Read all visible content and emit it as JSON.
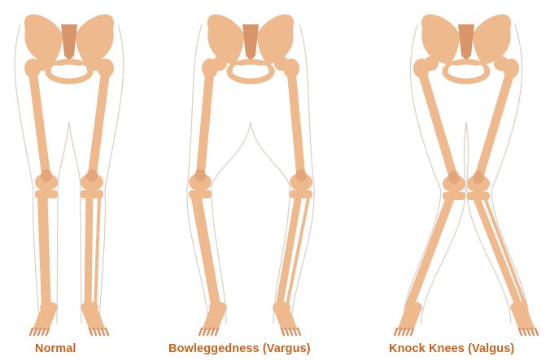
{
  "colors": {
    "bone": "#efb98e",
    "bone_dark": "#d9956a",
    "outline": "#d9cdc4",
    "label": "#c5621c"
  },
  "figures": [
    {
      "id": "normal",
      "label": "Normal"
    },
    {
      "id": "bowlegged",
      "label": "Bowleggedness (Vargus)"
    },
    {
      "id": "knock-knees",
      "label": "Knock Knees (Valgus)"
    }
  ]
}
